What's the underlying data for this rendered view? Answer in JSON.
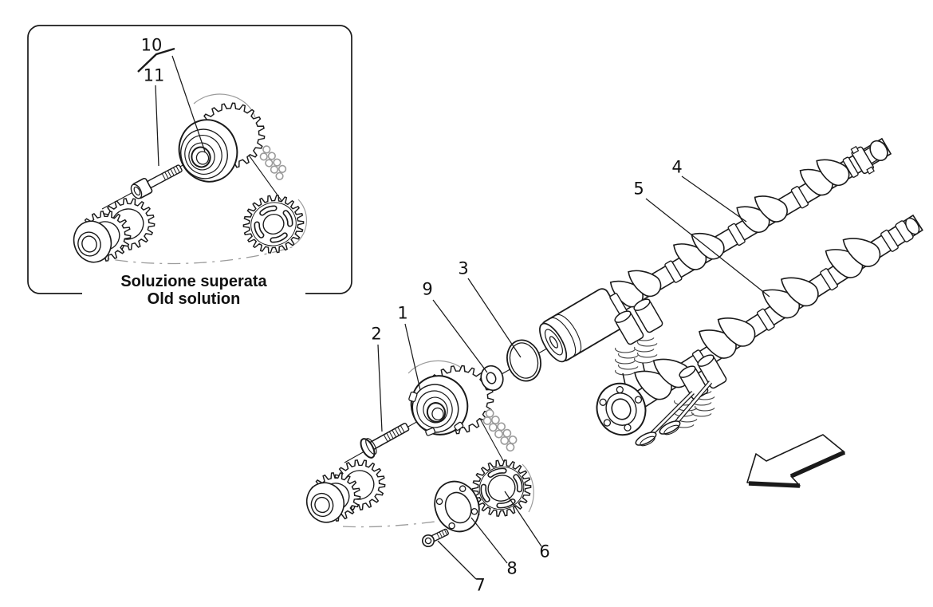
{
  "diagram": {
    "inset": {
      "caption_line1": "Soluzione superata",
      "caption_line2": "Old solution"
    },
    "callouts": [
      {
        "label": "1"
      },
      {
        "label": "2"
      },
      {
        "label": "3"
      },
      {
        "label": "4"
      },
      {
        "label": "5"
      },
      {
        "label": "6"
      },
      {
        "label": "7"
      },
      {
        "label": "8"
      },
      {
        "label": "9"
      },
      {
        "label": "10"
      },
      {
        "label": "11"
      }
    ],
    "colors": {
      "line": "#1a1a1a",
      "chain": "#9b9b9b",
      "background": "#ffffff"
    }
  }
}
